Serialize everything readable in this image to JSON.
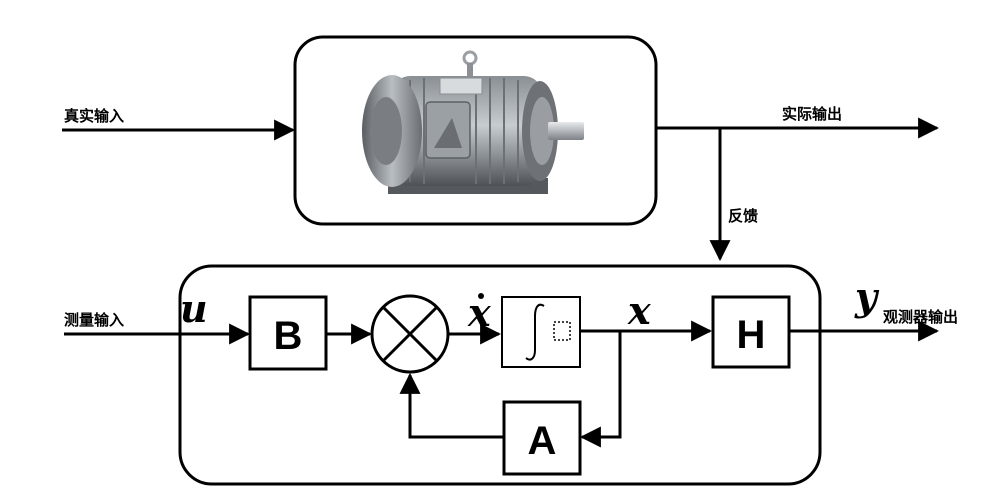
{
  "plant": {
    "input_label": "真实输入",
    "output_label": "实际输出",
    "feedback_label": "反馈",
    "image": "electric-motor-image"
  },
  "observer": {
    "input_label": "测量输入",
    "output_label": "观测器输出",
    "u_symbol": "u",
    "xdot_symbol": "x",
    "x_symbol": "x",
    "y_symbol": "y",
    "block_B": "B",
    "block_A": "A",
    "block_H": "H"
  }
}
